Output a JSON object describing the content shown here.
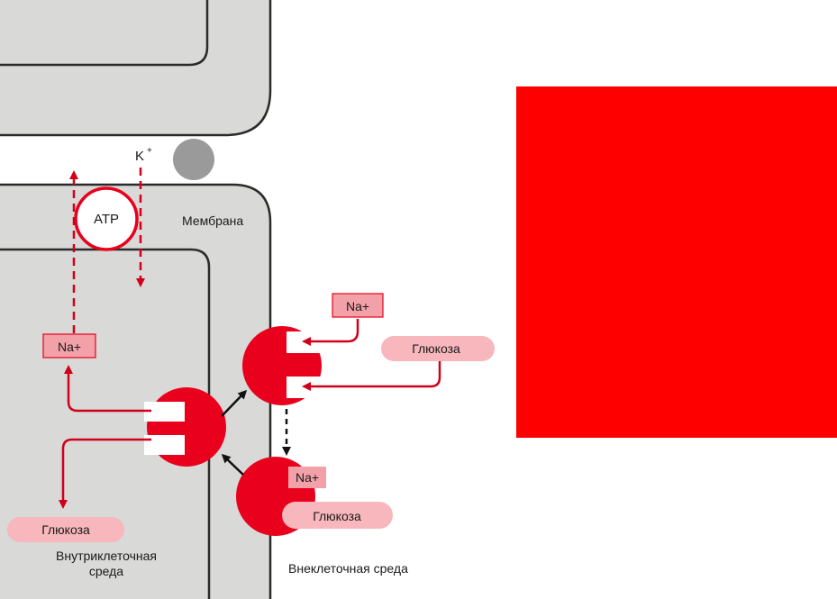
{
  "labels": {
    "potassium": "K",
    "potassium_charge": "+",
    "atp": "ATP",
    "membrane": "Мембрана",
    "sodium_in": "Na+",
    "sodium_out": "Na+",
    "sodium_bound": "Na+",
    "glucose_out": "Глюкоза",
    "glucose_bound": "Глюкоза",
    "glucose_in": "Глюкоза",
    "intracellular_line1": "Внутриклеточная",
    "intracellular_line2": "среда",
    "extracellular": "Внеклеточная среда"
  },
  "colors": {
    "transporter": "#e8001c",
    "arrow_red": "#d0001a",
    "arrow_black": "#111111",
    "tag_fill": "#f3a1a8",
    "glucose_fill": "#f7b7bc",
    "cell_gray": "#d9d9d7",
    "outline": "#2b2b2b",
    "channel_gray": "#9a9a9a",
    "red_square": "#ff0000"
  }
}
